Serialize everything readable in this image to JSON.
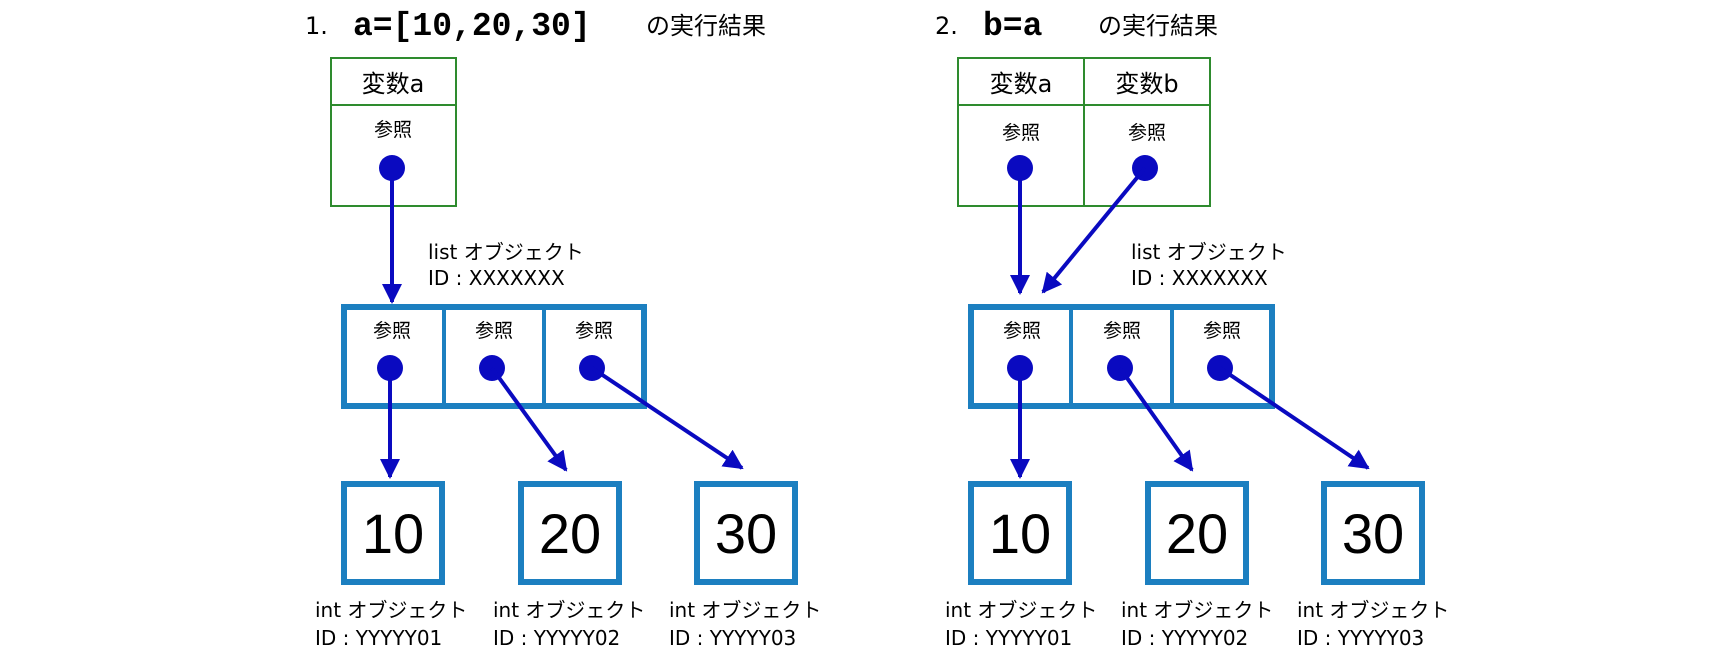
{
  "colors": {
    "variable_border": "#2e8b2e",
    "object_border": "#1c7fc0",
    "pointer": "#0a0ac0",
    "text": "#000000"
  },
  "panels": [
    {
      "number": "1.",
      "code": "a=[10,20,30]",
      "caption": "の実行結果",
      "variables": [
        {
          "name": "変数a",
          "ref_label": "参照"
        }
      ],
      "list_object": {
        "line1": "list オブジェクト",
        "line2": "ID : XXXXXXX"
      },
      "list_cells": [
        {
          "ref_label": "参照"
        },
        {
          "ref_label": "参照"
        },
        {
          "ref_label": "参照"
        }
      ],
      "ints": [
        {
          "value": "10",
          "line1": "int オブジェクト",
          "line2": "ID : YYYYY01"
        },
        {
          "value": "20",
          "line1": "int オブジェクト",
          "line2": "ID : YYYYY02"
        },
        {
          "value": "30",
          "line1": "int オブジェクト",
          "line2": "ID : YYYYY03"
        }
      ]
    },
    {
      "number": "2.",
      "code": "b=a",
      "caption": "の実行結果",
      "variables": [
        {
          "name": "変数a",
          "ref_label": "参照"
        },
        {
          "name": "変数b",
          "ref_label": "参照"
        }
      ],
      "list_object": {
        "line1": "list オブジェクト",
        "line2": "ID : XXXXXXX"
      },
      "list_cells": [
        {
          "ref_label": "参照"
        },
        {
          "ref_label": "参照"
        },
        {
          "ref_label": "参照"
        }
      ],
      "ints": [
        {
          "value": "10",
          "line1": "int オブジェクト",
          "line2": "ID : YYYYY01"
        },
        {
          "value": "20",
          "line1": "int オブジェクト",
          "line2": "ID : YYYYY02"
        },
        {
          "value": "30",
          "line1": "int オブジェクト",
          "line2": "ID : YYYYY03"
        }
      ]
    }
  ]
}
